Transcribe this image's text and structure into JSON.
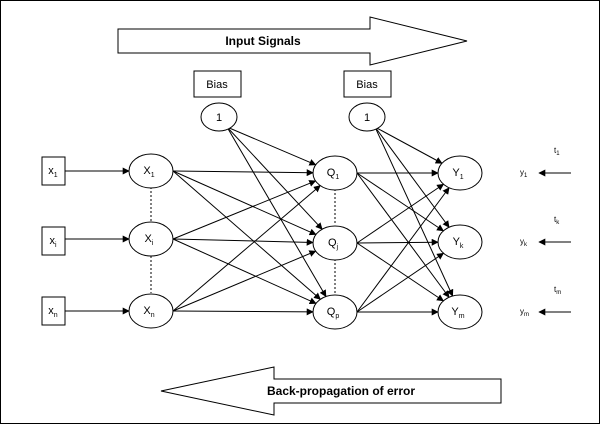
{
  "banners": {
    "top": "Input Signals",
    "bottom": "Back-propagation of error"
  },
  "bias": {
    "left_label": "Bias",
    "left_value": "1",
    "right_label": "Bias",
    "right_value": "1"
  },
  "inputs": [
    {
      "base": "x",
      "sub": "1"
    },
    {
      "base": "x",
      "sub": "i"
    },
    {
      "base": "x",
      "sub": "n"
    }
  ],
  "input_units": [
    {
      "base": "X",
      "sub": "1"
    },
    {
      "base": "X",
      "sub": "i"
    },
    {
      "base": "X",
      "sub": "n"
    }
  ],
  "hidden_units": [
    {
      "base": "Q",
      "sub": "1"
    },
    {
      "base": "Q",
      "sub": "j"
    },
    {
      "base": "Q",
      "sub": "p"
    }
  ],
  "output_units": [
    {
      "base": "Y",
      "sub": "1"
    },
    {
      "base": "Y",
      "sub": "k"
    },
    {
      "base": "Y",
      "sub": "m"
    }
  ],
  "outputs": [
    {
      "base": "y",
      "sub": "1"
    },
    {
      "base": "y",
      "sub": "k"
    },
    {
      "base": "y",
      "sub": "m"
    }
  ],
  "targets": [
    {
      "base": "t",
      "sub": "1"
    },
    {
      "base": "t",
      "sub": "k"
    },
    {
      "base": "t",
      "sub": "m"
    }
  ]
}
